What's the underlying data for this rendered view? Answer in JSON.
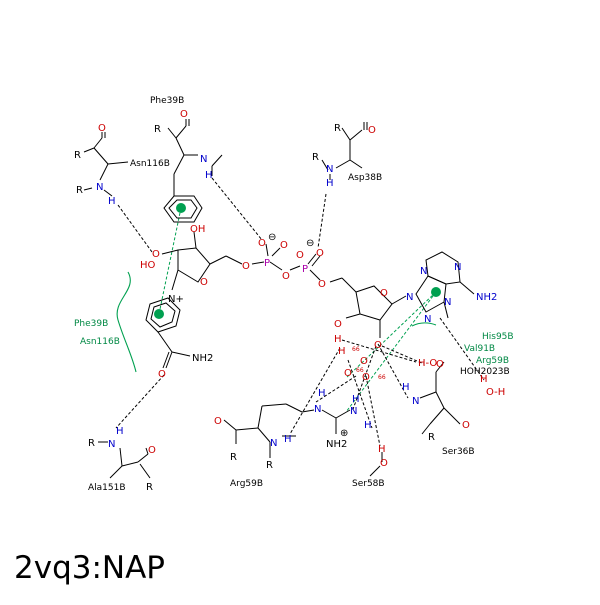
{
  "title": "2vq3:NAP",
  "residues": {
    "phe39_top": "Phe39B",
    "asn116_top": "Asn116B",
    "asp38": "Asp38B",
    "phe39_side": "Phe39B",
    "asn116_side": "Asn116B",
    "ala151": "Ala151B",
    "arg59_bottom": "Arg59B",
    "ser58": "Ser58B",
    "ser36": "Ser36B",
    "his95": "His95B",
    "val91": "Val91B",
    "arg59_green": "Arg59B",
    "hoh2023": "HOH2023B"
  },
  "atoms": {
    "R": "R",
    "O": "O",
    "N": "N",
    "H": "H",
    "OH": "OH",
    "HO": "HO",
    "P": "P",
    "NH2": "NH2",
    "N_plus": "N+",
    "minus": "⊖",
    "plus": "⊕",
    "H_O": "H-O",
    "O_H": "O-H"
  },
  "distances": {
    "d1": "66",
    "d2": "66",
    "d3": "66"
  },
  "colors": {
    "nitrogen": "#0000cc",
    "oxygen": "#cc0000",
    "phosphorus": "#aa00aa",
    "hydrophobic": "#00a050"
  }
}
